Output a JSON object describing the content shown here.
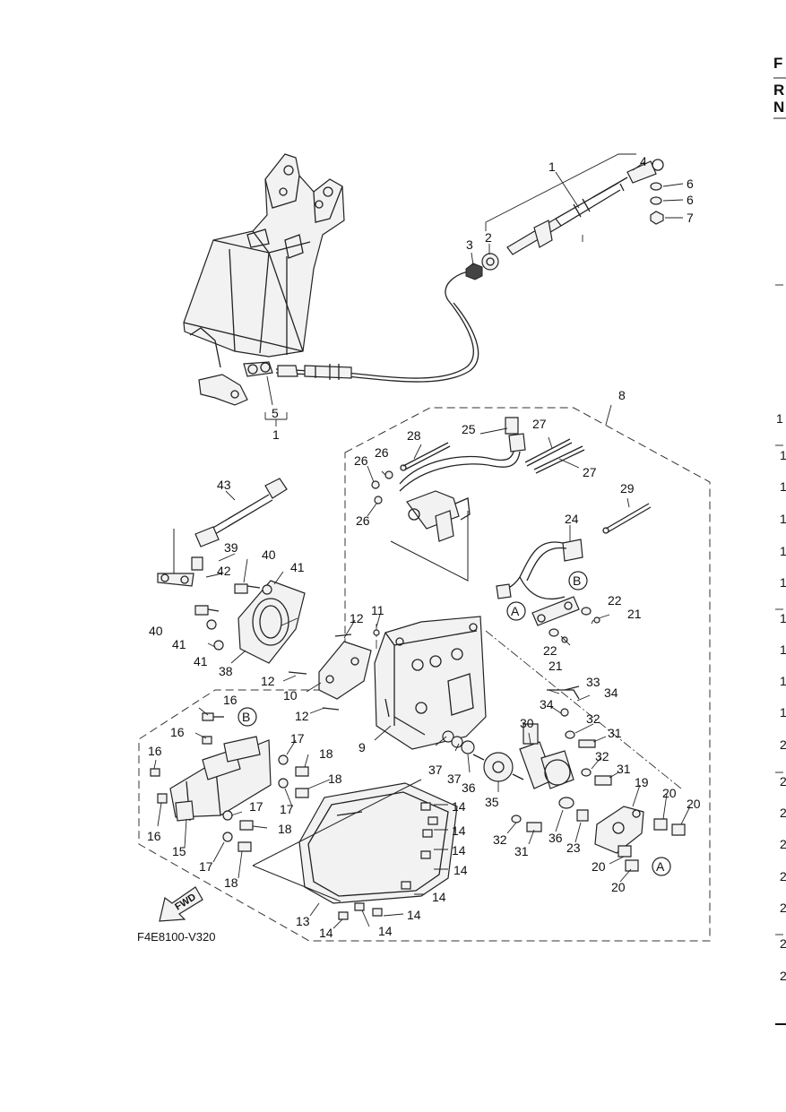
{
  "diagram": {
    "code": "F4E8100-V320",
    "fwd_label": "FWD",
    "ref_letters": [
      "A",
      "B"
    ],
    "right_edge": {
      "header": [
        "F",
        "R",
        "N"
      ],
      "row_marks": [
        "1",
        "1",
        "1",
        "1",
        "1",
        "1",
        "1",
        "1",
        "1",
        "1",
        "2",
        "2",
        "2",
        "2",
        "2",
        "2",
        "2",
        "2"
      ]
    },
    "callouts": {
      "c1": "1",
      "c1b": "1",
      "c2": "2",
      "c3": "3",
      "c4": "4",
      "c5": "5",
      "c6a": "6",
      "c6b": "6",
      "c7": "7",
      "c8": "8",
      "c9": "9",
      "c10": "10",
      "c11": "11",
      "c12a": "12",
      "c12b": "12",
      "c12c": "12",
      "c13": "13",
      "c14a": "14",
      "c14b": "14",
      "c14c": "14",
      "c14d": "14",
      "c14e": "14",
      "c14f": "14",
      "c14g": "14",
      "c14h": "14",
      "c15": "15",
      "c16a": "16",
      "c16b": "16",
      "c16c": "16",
      "c16d": "16",
      "c17a": "17",
      "c17b": "17",
      "c17c": "17",
      "c17d": "17",
      "c18a": "18",
      "c18b": "18",
      "c18c": "18",
      "c18d": "18",
      "c19": "19",
      "c20a": "20",
      "c20b": "20",
      "c20c": "20",
      "c20d": "20",
      "c21a": "21",
      "c21b": "21",
      "c22a": "22",
      "c22b": "22",
      "c23": "23",
      "c24": "24",
      "c25": "25",
      "c26a": "26",
      "c26b": "26",
      "c26c": "26",
      "c27a": "27",
      "c27b": "27",
      "c28": "28",
      "c29": "29",
      "c30": "30",
      "c31a": "31",
      "c31b": "31",
      "c31c": "31",
      "c32a": "32",
      "c32b": "32",
      "c32c": "32",
      "c33": "33",
      "c34a": "34",
      "c34b": "34",
      "c35": "35",
      "c36a": "36",
      "c36b": "36",
      "c37a": "37",
      "c37b": "37",
      "c38": "38",
      "c39": "39",
      "c40a": "40",
      "c40b": "40",
      "c41a": "41",
      "c41b": "41",
      "c41c": "41",
      "c42": "42",
      "c43": "43"
    }
  }
}
